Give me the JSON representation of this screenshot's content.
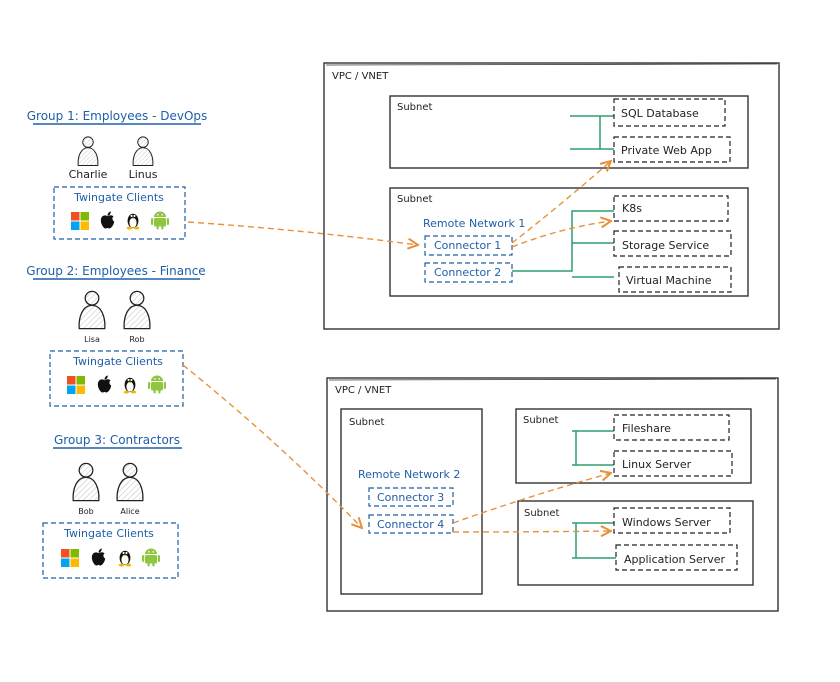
{
  "groups": [
    {
      "title": "Group 1: Employees - DevOps",
      "users": [
        "Charlie",
        "Linus"
      ],
      "clients_label": "Twingate Clients"
    },
    {
      "title": "Group 2: Employees - Finance",
      "users": [
        "Lisa",
        "Rob"
      ],
      "clients_label": "Twingate Clients"
    },
    {
      "title": "Group 3: Contractors",
      "users": [
        "Bob",
        "Alice"
      ],
      "clients_label": "Twingate Clients"
    }
  ],
  "client_os_icons": [
    "windows-icon",
    "apple-icon",
    "linux-icon",
    "android-icon"
  ],
  "vpc1": {
    "label": "VPC / VNET",
    "subnet_a": {
      "label": "Subnet",
      "resources": [
        "SQL Database",
        "Private Web App"
      ]
    },
    "subnet_b": {
      "label": "Subnet",
      "network": "Remote Network 1",
      "connectors": [
        "Connector 1",
        "Connector 2"
      ],
      "resources": [
        "K8s",
        "Storage Service",
        "Virtual Machine"
      ]
    }
  },
  "vpc2": {
    "label": "VPC / VNET",
    "subnet_main": {
      "label": "Subnet",
      "network": "Remote Network 2",
      "connectors": [
        "Connector 3",
        "Connector 4"
      ]
    },
    "subnet_a": {
      "label": "Subnet",
      "resources": [
        "Fileshare",
        "Linux Server"
      ]
    },
    "subnet_b": {
      "label": "Subnet",
      "resources": [
        "Windows Server",
        "Application Server"
      ]
    }
  },
  "colors": {
    "group_blue": "#1e5fa8",
    "arrow_orange": "#e8913a",
    "link_green": "#2e9e6e",
    "outline": "#333333"
  }
}
